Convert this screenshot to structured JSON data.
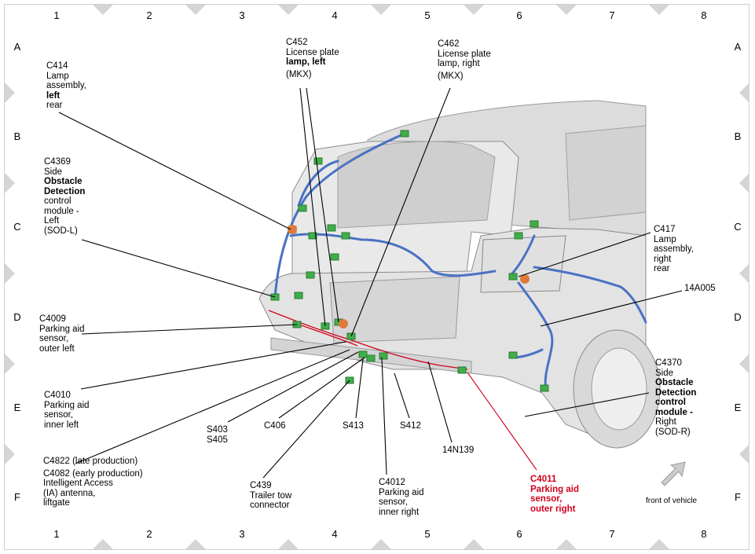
{
  "grid": {
    "columns": [
      "1",
      "2",
      "3",
      "4",
      "5",
      "6",
      "7",
      "8"
    ],
    "rows": [
      "A",
      "B",
      "C",
      "D",
      "E",
      "F"
    ]
  },
  "labels": {
    "c414": {
      "id": "C414",
      "lines": [
        "Lamp",
        "assembly,",
        "left",
        "rear"
      ]
    },
    "c452": {
      "id": "C452",
      "line1": "License plate",
      "line2": "lamp, left",
      "line3": "(MKX)"
    },
    "c462": {
      "id": "C462",
      "line1": "License plate",
      "line2": "lamp, right",
      "line3": "(MKX)"
    },
    "c4369": {
      "id": "C4369",
      "line1": "Side",
      "line2": "Obstacle",
      "line3": "Detection",
      "line4": "control",
      "line5": "module -",
      "line6": "Left",
      "line7": "(SOD-L)"
    },
    "c417": {
      "id": "C417",
      "line1": "Lamp",
      "line2": "assembly,",
      "line3": "right",
      "line4": "rear"
    },
    "h14a005": {
      "id": "14A005"
    },
    "c4009": {
      "id": "C4009",
      "line1": "Parking aid",
      "line2": "sensor,",
      "line3": "outer left"
    },
    "c4370": {
      "id": "C4370",
      "line1": "Side",
      "line2": "Obstacle",
      "line3": "Detection",
      "line4": "control",
      "line5": "module -",
      "line6": "Right",
      "line7": "(SOD-R)"
    },
    "c4010": {
      "id": "C4010",
      "line1": "Parking aid",
      "line2": "sensor,",
      "line3": "inner left"
    },
    "s403": {
      "line1": "S403",
      "line2": "S405"
    },
    "c406": {
      "id": "C406"
    },
    "s413": {
      "id": "S413"
    },
    "s412": {
      "id": "S412"
    },
    "h14n139": {
      "id": "14N139"
    },
    "c4822": {
      "line1": "C4822  (late production)",
      "line2": "C4082  (early production)",
      "line3": "Intelligent Access",
      "line4": "(IA) antenna,",
      "line5": "liftgate"
    },
    "c439": {
      "id": "C439",
      "line1": "Trailer tow",
      "line2": "connector"
    },
    "c4012": {
      "id": "C4012",
      "line1": "Parking aid",
      "line2": "sensor,",
      "line3": "inner right"
    },
    "c4011": {
      "id": "C4011",
      "line1": "Parking aid",
      "line2": "sensor,",
      "line3": "outer right"
    }
  },
  "front_of_vehicle": "front of vehicle",
  "colors": {
    "harness": "#4a72c4",
    "connector": "#3fae49",
    "highlight": "#d0021b",
    "grid_triangle": "#d5d5d5"
  }
}
